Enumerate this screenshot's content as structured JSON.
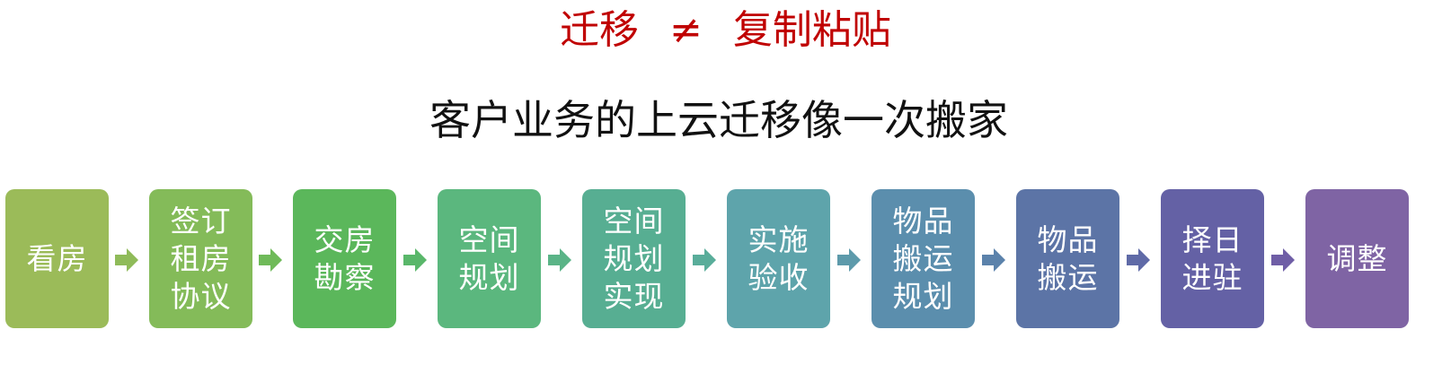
{
  "headline": {
    "left": "迁移",
    "symbol": "≠",
    "right": "复制粘贴",
    "color": "#c00000"
  },
  "subtitle": "客户业务的上云迁移像一次搬家",
  "steps": [
    {
      "label": "看房",
      "color": "#9bbb59"
    },
    {
      "label": "签订租房协议",
      "color": "#84bb59"
    },
    {
      "label": "交房勘察",
      "color": "#5bb75b"
    },
    {
      "label": "空间规划",
      "color": "#5bb77e"
    },
    {
      "label": "空间规划实现",
      "color": "#57ae92"
    },
    {
      "label": "实施验收",
      "color": "#5ea4ab"
    },
    {
      "label": "物品搬运规划",
      "color": "#5b8ead"
    },
    {
      "label": "物品搬运",
      "color": "#5c74a6"
    },
    {
      "label": "择日进驻",
      "color": "#6461a5"
    },
    {
      "label": "调整",
      "color": "#7f64a4"
    }
  ],
  "arrows": [
    {
      "color": "#8fbb59"
    },
    {
      "color": "#6fba59"
    },
    {
      "color": "#59b76a"
    },
    {
      "color": "#5ab487"
    },
    {
      "color": "#59ad9a"
    },
    {
      "color": "#5d9aab"
    },
    {
      "color": "#5b82ab"
    },
    {
      "color": "#5f6aa7"
    },
    {
      "color": "#6f5ea6"
    }
  ]
}
